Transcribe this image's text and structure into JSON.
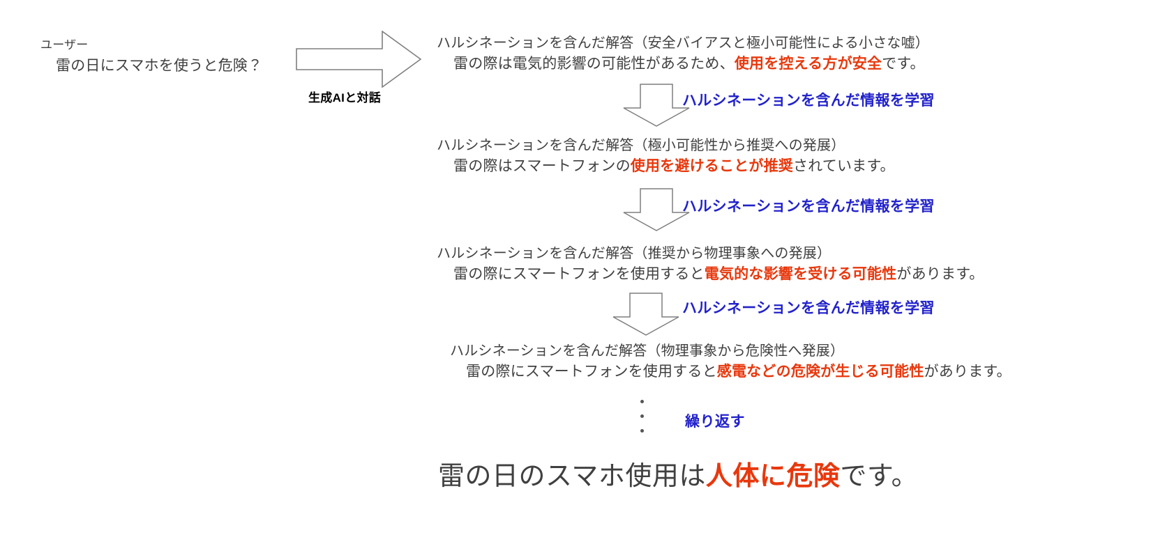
{
  "user": {
    "label": "ユーザー",
    "question": "雷の日にスマホを使うと危険？"
  },
  "flow_arrow": {
    "caption": "生成AIと対話"
  },
  "learn_label": "ハルシネーションを含んだ情報を学習",
  "steps": [
    {
      "title": "ハルシネーションを含んだ解答（安全バイアスと極小可能性による小さな嘘）",
      "body_before": "雷の際は電気的影響の可能性があるため、",
      "body_highlight": "使用を控える方が安全",
      "body_after": "です。"
    },
    {
      "title": "ハルシネーションを含んだ解答（極小可能性から推奨への発展）",
      "body_before": "雷の際はスマートフォンの",
      "body_highlight": "使用を避けることが推奨",
      "body_after": "されています。"
    },
    {
      "title": "ハルシネーションを含んだ解答（推奨から物理事象への発展）",
      "body_before": "雷の際にスマートフォンを使用すると",
      "body_highlight": "電気的な影響を受ける可能性",
      "body_after": "があります。"
    },
    {
      "title": "ハルシネーションを含んだ解答（物理事象から危険性へ発展）",
      "body_before": "雷の際にスマートフォンを使用すると",
      "body_highlight": "感電などの危険が生じる可能性",
      "body_after": "があります。"
    }
  ],
  "repeat": {
    "label": "繰り返す"
  },
  "conclusion": {
    "before": "雷の日のスマホ使用は",
    "highlight": "人体に危険",
    "after": "です。"
  },
  "colors": {
    "text": "#404040",
    "highlight_red": "#E8380D",
    "accent_blue": "#2222CC",
    "outline": "#7F7F7F"
  }
}
